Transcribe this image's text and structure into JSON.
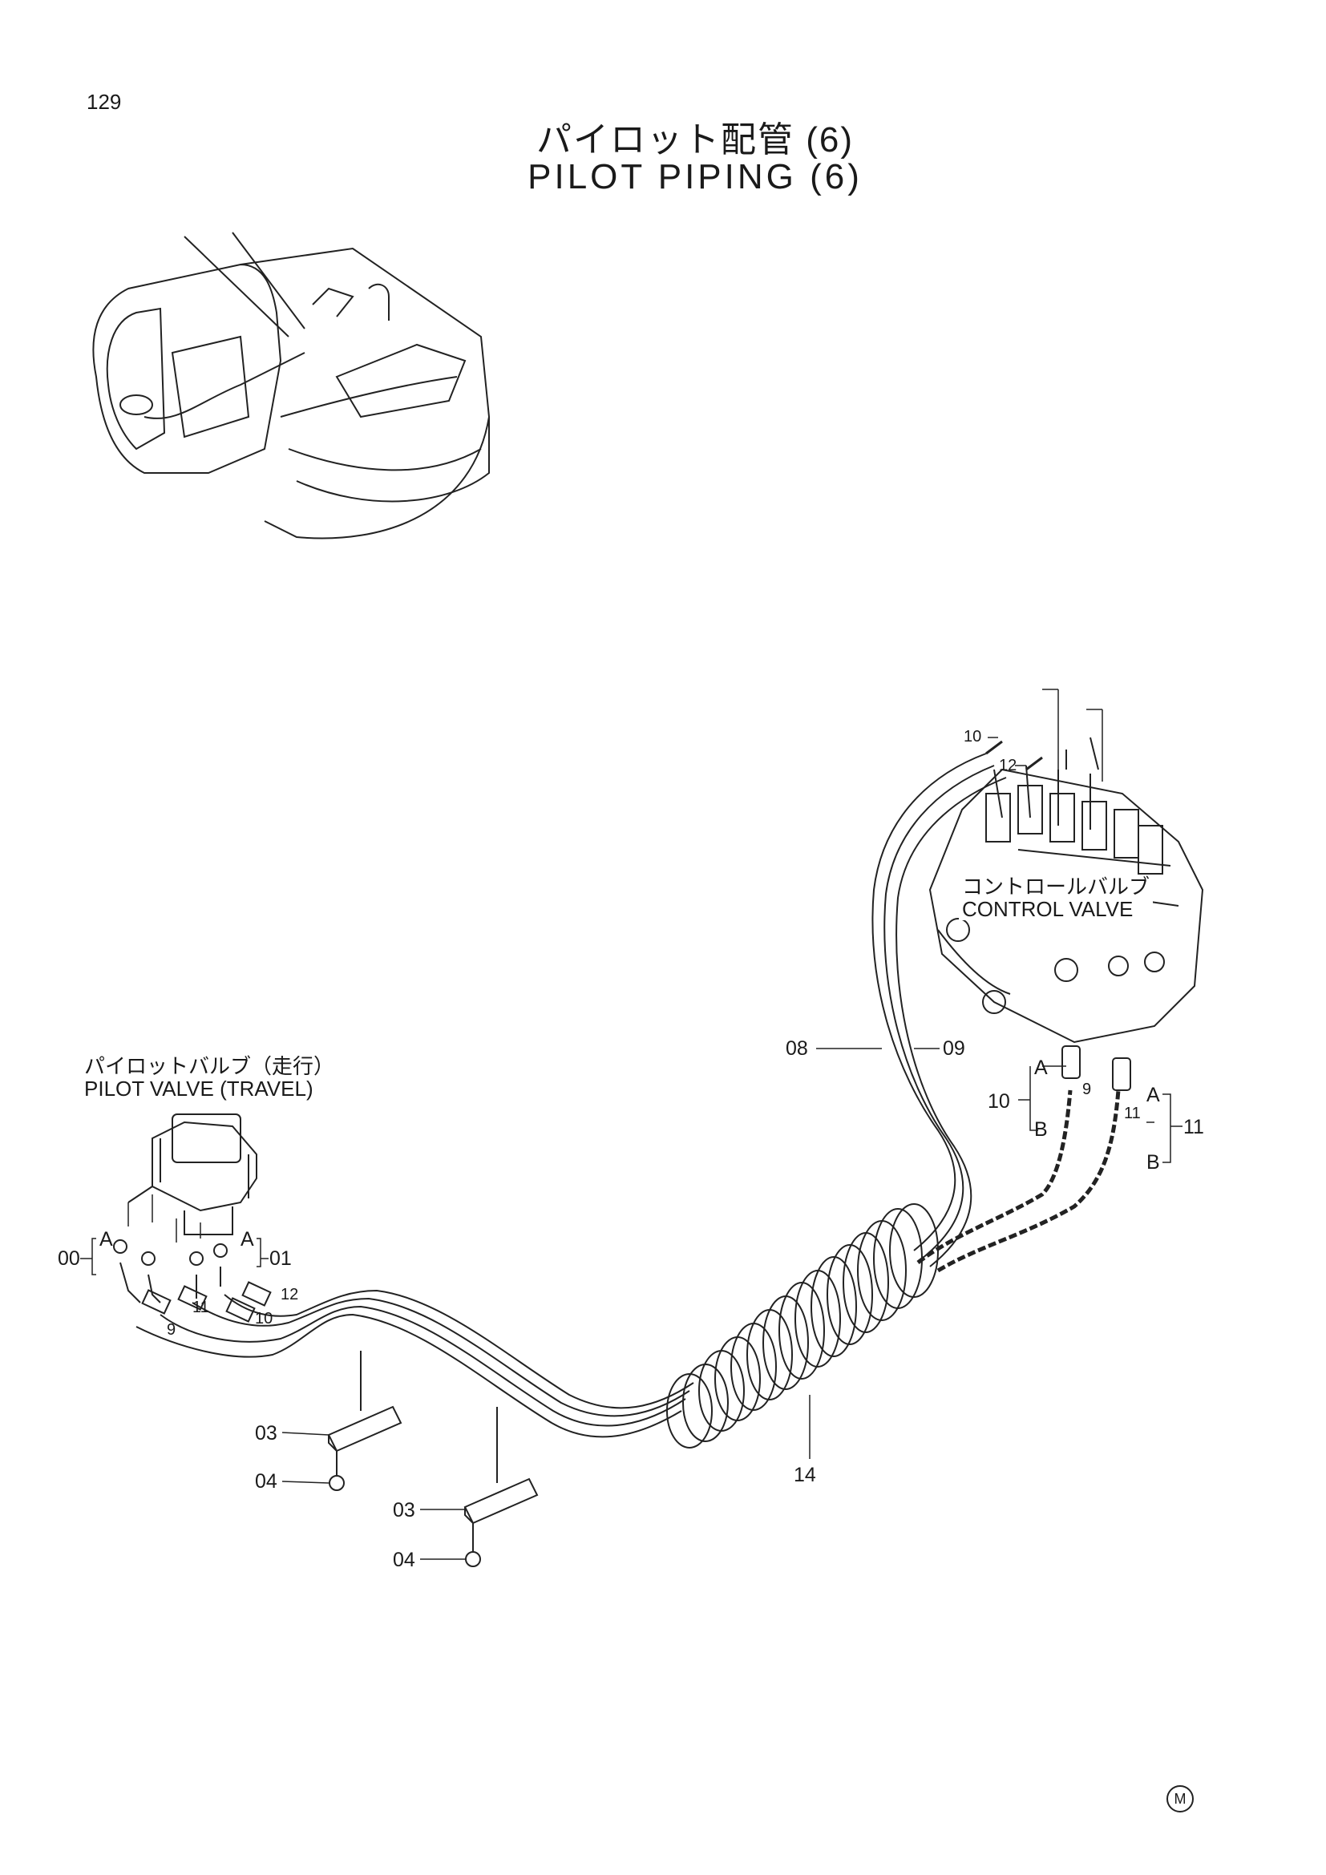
{
  "page": {
    "number": "129"
  },
  "title": {
    "jp": "パイロット配管 (6)",
    "en": "PILOT PIPING (6)"
  },
  "labels": {
    "control_valve_jp": "コントロールバルブ",
    "control_valve_en": "CONTROL VALVE",
    "pilot_valve_jp": "パイロットバルブ（走行）",
    "pilot_valve_en": "PILOT VALVE (TRAVEL)"
  },
  "callouts": {
    "c00": "00",
    "c01": "01",
    "c03a": "03",
    "c03b": "03",
    "c04a": "04",
    "c04b": "04",
    "c08": "08",
    "c09": "09",
    "c10_top": "10",
    "c12_top": "12",
    "c10_right": "10",
    "c11_right": "11",
    "c14": "14",
    "c9_pv": "9",
    "c11_pv": "11",
    "c10_pv": "10",
    "c12_pv": "12",
    "c9_hose": "9",
    "c11_hose": "11",
    "port_a_left": "A",
    "port_a_left2": "A",
    "port_a_r1": "A",
    "port_b_r1": "B",
    "port_a_r2": "A",
    "port_b_r2": "B"
  },
  "footer": {
    "mark": "M"
  }
}
